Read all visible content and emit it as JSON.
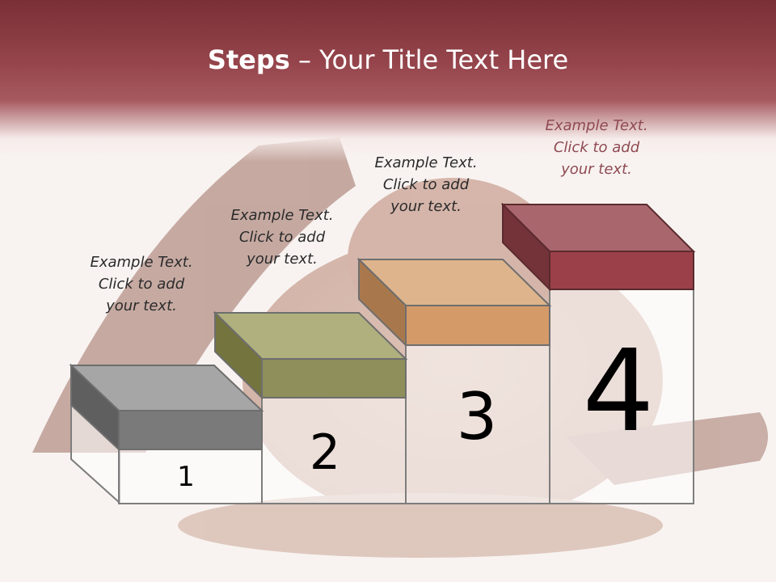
{
  "slide": {
    "title_bold": "Steps",
    "title_rest": " – Your Title Text Here"
  },
  "steps": [
    {
      "number": "1",
      "text": [
        "Example Text.",
        "Click  to add",
        "your text."
      ],
      "color": "#7a7a7a"
    },
    {
      "number": "2",
      "text": [
        "Example Text.",
        "Click  to add",
        "your text."
      ],
      "color": "#8e8f5a"
    },
    {
      "number": "3",
      "text": [
        "Example Text.",
        "Click  to add",
        "your text."
      ],
      "color": "#d49a68"
    },
    {
      "number": "4",
      "text": [
        "Example Text.",
        "Click  to add",
        "your text."
      ],
      "color": "#9b4048"
    }
  ],
  "colors": {
    "header": "#8b3c43",
    "title_text": "#ffffff",
    "outline": "#7d7d7d"
  }
}
